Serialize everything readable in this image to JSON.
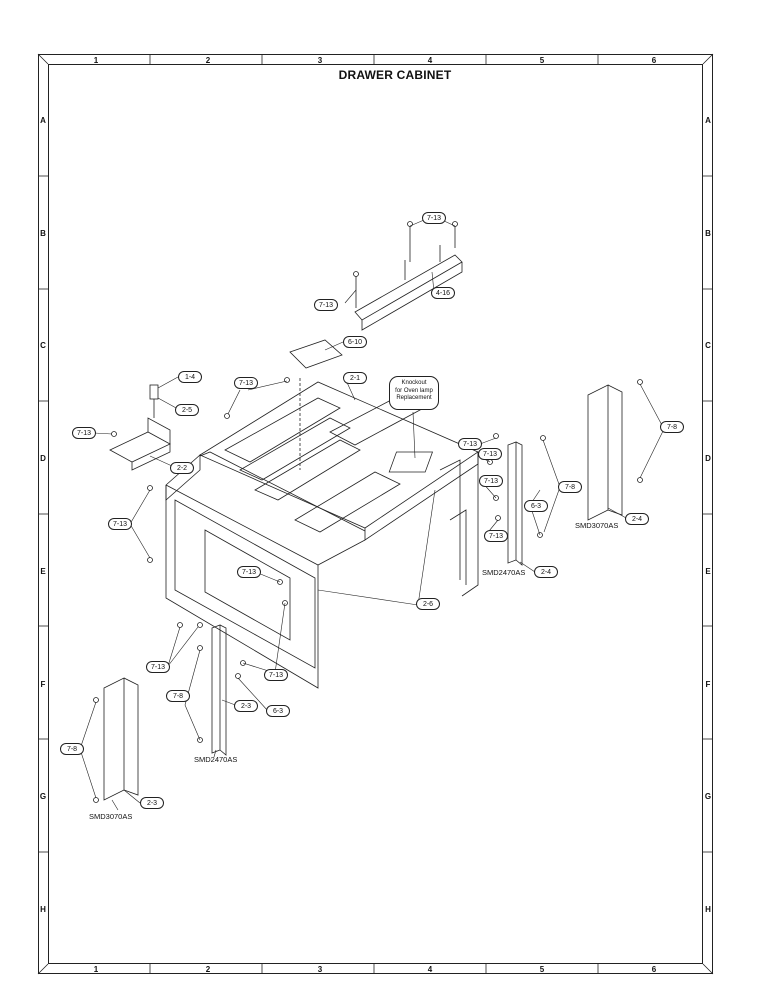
{
  "title": "DRAWER CABINET",
  "grid": {
    "columns": [
      "1",
      "2",
      "3",
      "4",
      "5",
      "6"
    ],
    "rows": [
      "A",
      "B",
      "C",
      "D",
      "E",
      "F",
      "G",
      "H"
    ]
  },
  "callouts": {
    "c_7_13_top": "7-13",
    "c_4_16": "4-16",
    "c_7_13_b": "7-13",
    "c_6_10": "6-10",
    "c_1_4": "1-4",
    "c_2_5": "2-5",
    "c_7_13_c": "7-13",
    "c_2_1": "2-1",
    "c_7_13_d": "7-13",
    "c_2_2": "2-2",
    "c_7_13_e": "7-13",
    "c_7_13_f": "7-13",
    "c_7_13_g": "7-13",
    "c_7_13_h": "7-13",
    "c_7_8_r1": "7-8",
    "c_7_8_r2": "7-8",
    "c_6_3_r": "6-3",
    "c_2_4_a": "2-4",
    "c_2_4_b": "2-4",
    "c_7_13_i": "7-13",
    "c_2_6": "2-6",
    "c_7_13_j": "7-13",
    "c_7_13_k": "7-13",
    "c_7_8_l1": "7-8",
    "c_2_3_a": "2-3",
    "c_6_3_l": "6-3",
    "c_7_8_l2": "7-8",
    "c_2_3_b": "2-3"
  },
  "models": {
    "smd3070_right": "SMD3070AS",
    "smd2470_right": "SMD2470AS",
    "smd2470_left": "SMD2470AS",
    "smd3070_left": "SMD3070AS"
  },
  "note": {
    "line1": "Knockout",
    "line2": "for Oven lamp",
    "line3": "Replacement"
  }
}
